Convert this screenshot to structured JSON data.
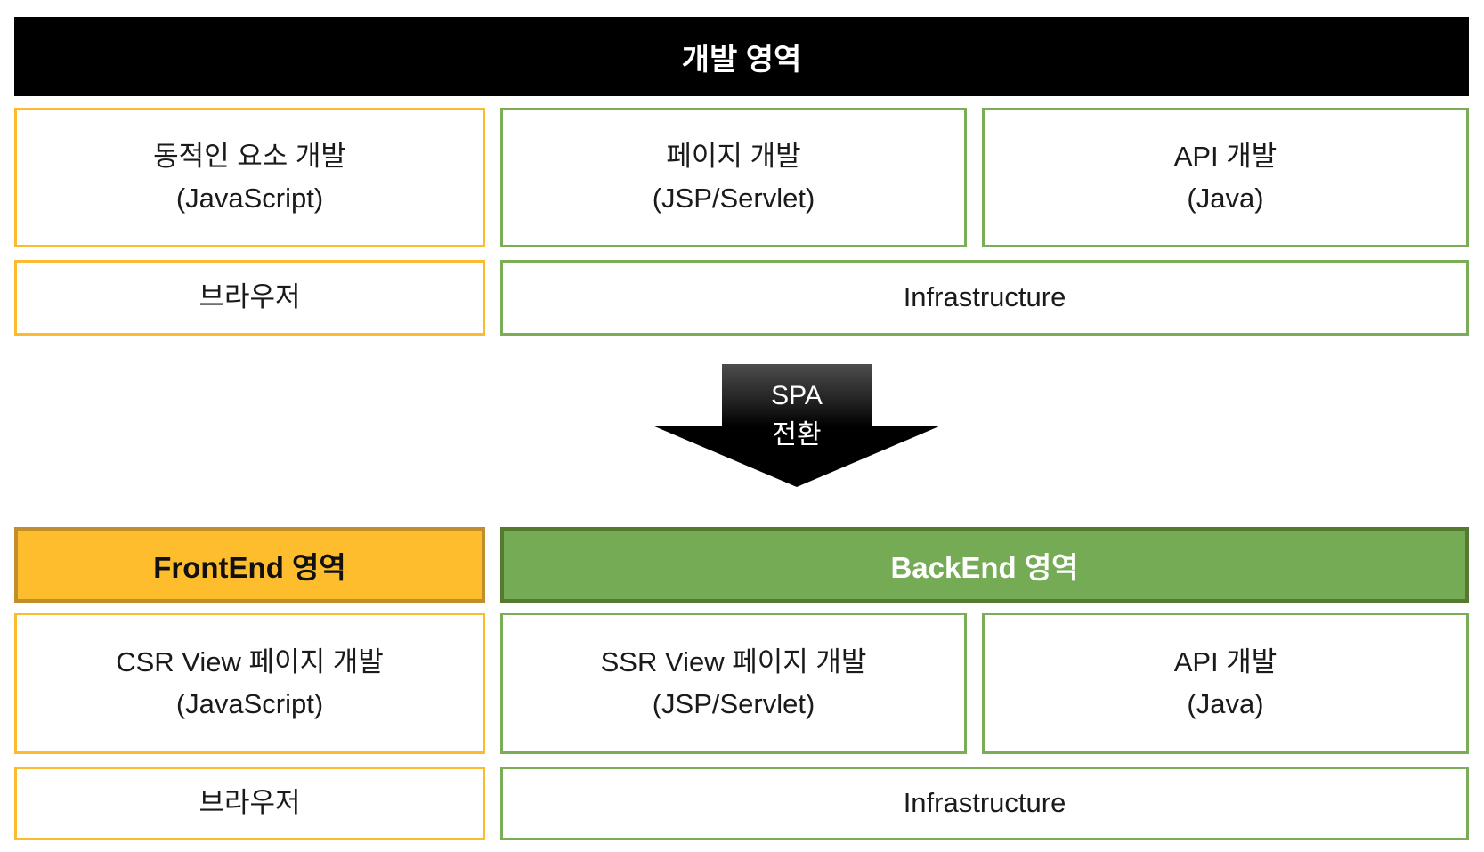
{
  "colors": {
    "header_bg": "#000000",
    "header_text": "#FFFFFF",
    "orange_fill": "#FDBD2C",
    "orange_border_dark": "#C08E2D",
    "orange_box_border": "#FBBA2F",
    "green_fill": "#76AB55",
    "green_border_dark": "#54792F",
    "green_box_border": "#7BAD57"
  },
  "top_section": {
    "header": "개발 영역",
    "row1": [
      {
        "title": "동적인 요소 개발",
        "subtitle": "(JavaScript)",
        "theme": "orange"
      },
      {
        "title": "페이지 개발",
        "subtitle": "(JSP/Servlet)",
        "theme": "green"
      },
      {
        "title": "API 개발",
        "subtitle": "(Java)",
        "theme": "green"
      }
    ],
    "row2": [
      {
        "title": "브라우저",
        "theme": "orange"
      },
      {
        "title": "Infrastructure",
        "theme": "green"
      }
    ]
  },
  "arrow": {
    "label_line1": "SPA",
    "label_line2": "전환"
  },
  "bottom_section": {
    "headers": [
      {
        "title": "FrontEnd 영역",
        "theme": "orange"
      },
      {
        "title": "BackEnd 영역",
        "theme": "green"
      }
    ],
    "row1": [
      {
        "title": "CSR View 페이지 개발",
        "subtitle": "(JavaScript)",
        "theme": "orange"
      },
      {
        "title": "SSR View 페이지 개발",
        "subtitle": "(JSP/Servlet)",
        "theme": "green"
      },
      {
        "title": "API 개발",
        "subtitle": "(Java)",
        "theme": "green"
      }
    ],
    "row2": [
      {
        "title": "브라우저",
        "theme": "orange"
      },
      {
        "title": "Infrastructure",
        "theme": "green"
      }
    ]
  }
}
